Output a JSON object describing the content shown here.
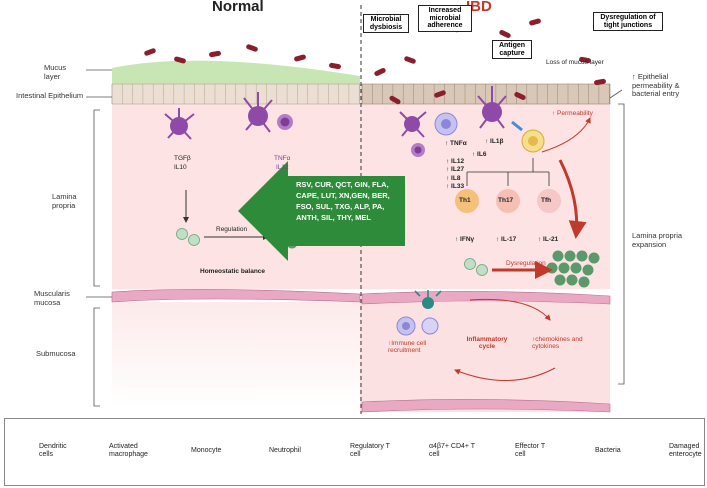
{
  "titles": {
    "normal": "Normal",
    "ibd": "IBD"
  },
  "left_labels": {
    "mucus": "Mucus layer",
    "epithelium": "Intestinal Epithelium",
    "lamina": "Lamina propria",
    "muscularis": "Muscularis mucosa",
    "submucosa": "Submucosa"
  },
  "right_labels": {
    "permeability": "↑ Epithelial permeability & bacterial entry",
    "expansion": "Lamina propria expansion"
  },
  "boxes": {
    "dysbiosis": "Microbial dysbiosis",
    "adherence": "Increased microbial adherence",
    "antigen": "Antigen capture",
    "tight": "Dysregulation of tight junctions"
  },
  "normal_side": {
    "tgf": "TGFβ",
    "il10": "IL10",
    "tnf": "TNFα",
    "il12": "IL12",
    "regulation": "Regulation",
    "balance": "Homeostatic balance"
  },
  "ibd_side": {
    "loss_mucus": "Loss of mucus layer",
    "permeability": "↑ Permeability",
    "tnf": "↑ TNFα",
    "il1b": "↑ IL1β",
    "il6": "↑ IL6",
    "cytokines": [
      "↑ IL12",
      "↑ IL27",
      "↑ IL8",
      "↑ IL33"
    ],
    "th1": "Th1",
    "th17": "Th17",
    "tfh": "Tfh",
    "ifn": "↑ IFNγ",
    "il17": "↑ IL-17",
    "il21": "↑ IL-21",
    "dysregulation": "Dysregulation",
    "immune": "↑Immune cell recruitment",
    "chemokines": "↑chemokines and cytokines",
    "cycle": "Inflammatory cycle"
  },
  "compounds": [
    "RSV, CUR, QCT, GIN, FLA,",
    "CAPE, LUT, XN,GEN, BER,",
    "FSO, SUL, TXG, ALP, PA,",
    "ANTH, SIL, THY, MEL"
  ],
  "legend": [
    {
      "label": "Dendritic cells",
      "icon": "dendritic-cell-icon"
    },
    {
      "label": "Activated macrophage",
      "icon": "macrophage-icon"
    },
    {
      "label": "Monocyte",
      "icon": "monocyte-icon"
    },
    {
      "label": "Neutrophil",
      "icon": "neutrophil-icon"
    },
    {
      "label": "Regulatory T cell",
      "icon": "regulatory-t-cell-icon"
    },
    {
      "label": "α4β7+ CD4+ T cell",
      "icon": "a4b7-t-cell-icon"
    },
    {
      "label": "Effector T cell",
      "icon": "effector-t-cell-icon"
    },
    {
      "label": "Bacteria",
      "icon": "bacteria-icon"
    },
    {
      "label": "Damaged enterocyte",
      "icon": "damaged-enterocyte-icon"
    }
  ],
  "colors": {
    "lamina": "#fde3e3",
    "mucus": "#c8e6b4",
    "epithelium": "#eadfd2",
    "muscle": "#e9a9c3",
    "green_arrow": "#2e8b3a",
    "red_arrow": "#c0392b",
    "dendritic": "#8e4aa6",
    "tcell_green": "#5a9a6a"
  }
}
